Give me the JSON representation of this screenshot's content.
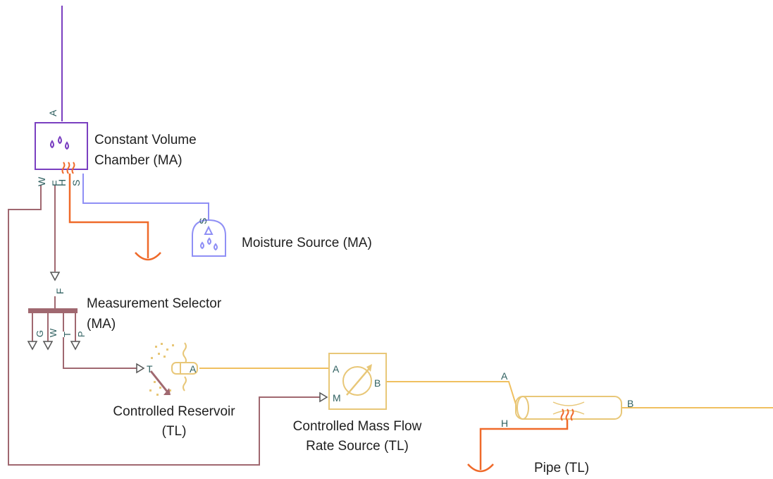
{
  "colors": {
    "moist_air": "#7a3fc0",
    "moisture_signal": "#8f8ff5",
    "thermal": "#ef6a2a",
    "thermal_liquid": "#f0c060",
    "physical_signal": "#a06870",
    "reservoir_accent": "#c79a3a"
  },
  "blocks": {
    "chamber": {
      "label_line1": "Constant Volume",
      "label_line2": "Chamber (MA)",
      "port_a": "A",
      "port_w": "W",
      "port_f": "F",
      "port_h": "H",
      "port_s": "S",
      "icon": "water-drops-icon"
    },
    "moisture_source": {
      "label": "Moisture Source (MA)",
      "port_s": "S",
      "icon": "water-drops-icon"
    },
    "measurement_selector": {
      "label_line1": "Measurement Selector",
      "label_line2": "(MA)",
      "port_f": "F",
      "port_g": "G",
      "port_w": "W",
      "port_t": "T",
      "port_p": "P"
    },
    "reservoir": {
      "label_line1": "Controlled Reservoir",
      "label_line2": "(TL)",
      "port_t": "T",
      "port_a": "A"
    },
    "mass_flow_source": {
      "label_line1": "Controlled Mass Flow",
      "label_line2": "Rate Source (TL)",
      "port_a": "A",
      "port_b": "B",
      "port_m": "M"
    },
    "pipe": {
      "label": "Pipe (TL)",
      "port_a": "A",
      "port_b": "B",
      "port_h": "H"
    }
  }
}
